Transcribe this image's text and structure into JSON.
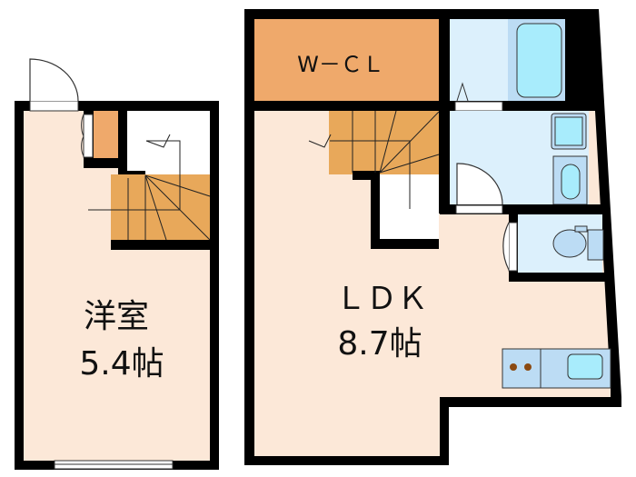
{
  "rooms": {
    "western_room": {
      "name": "洋室",
      "size": "5.4帖"
    },
    "ldk": {
      "name": "ＬＤＫ",
      "size": "8.7帖"
    },
    "walk_in_closet": {
      "name": "W－ＣＬ"
    }
  },
  "colors": {
    "wall": "#000000",
    "floor": "#fce8d8",
    "storage": "#efa96b",
    "stairs": "#e8a85a",
    "wet_area": "#dcf0fc",
    "fixture": "#a8ecfc",
    "fixture_base": "#bcdcf4"
  }
}
